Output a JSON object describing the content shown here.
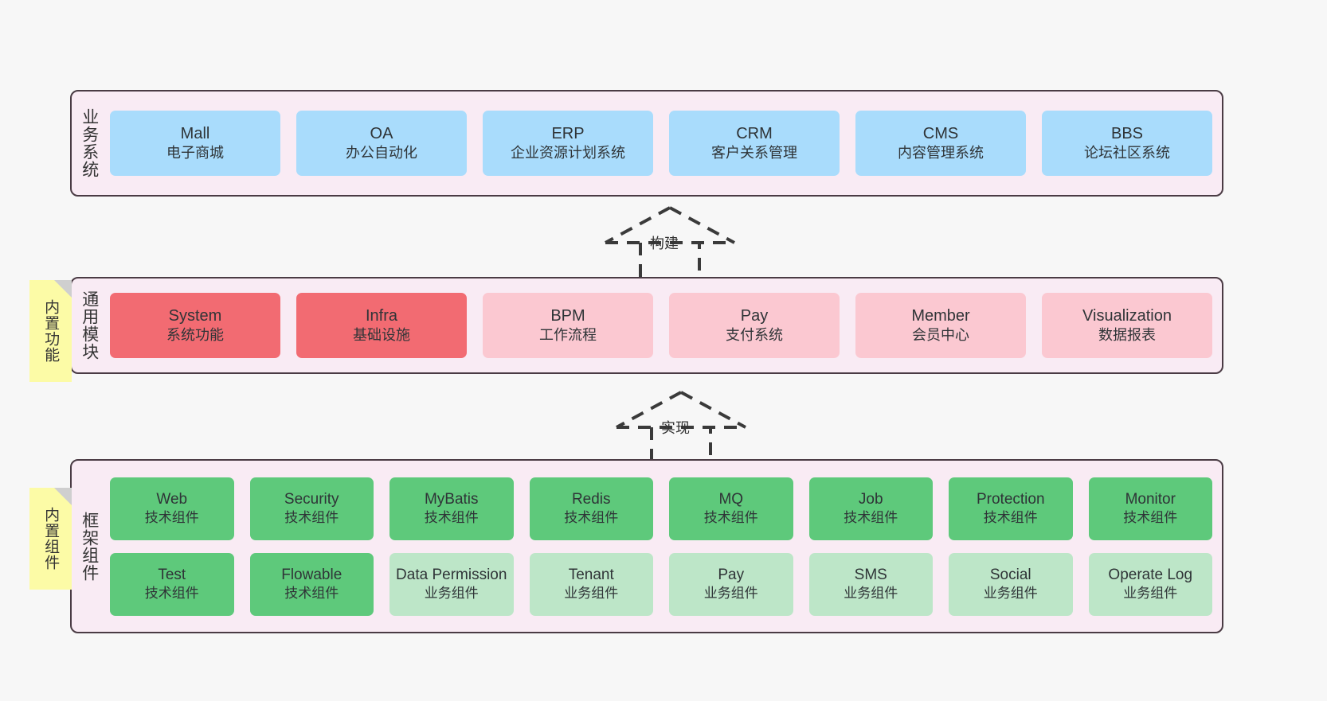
{
  "diagram": {
    "background_color": "#f7f7f7",
    "layers": [
      {
        "id": "business",
        "title": "业务系统",
        "rows": [
          {
            "cells": [
              {
                "en": "Mall",
                "cn": "电子商城",
                "style": "blue",
                "color": "#a9dcfc"
              },
              {
                "en": "OA",
                "cn": "办公自动化",
                "style": "blue",
                "color": "#a9dcfc"
              },
              {
                "en": "ERP",
                "cn": "企业资源计划系统",
                "style": "blue",
                "color": "#a9dcfc"
              },
              {
                "en": "CRM",
                "cn": "客户关系管理",
                "style": "blue",
                "color": "#a9dcfc"
              },
              {
                "en": "CMS",
                "cn": "内容管理系统",
                "style": "blue",
                "color": "#a9dcfc"
              },
              {
                "en": "BBS",
                "cn": "论坛社区系统",
                "style": "blue",
                "color": "#a9dcfc"
              }
            ]
          }
        ]
      },
      {
        "id": "common",
        "title": "通用模块",
        "rows": [
          {
            "cells": [
              {
                "en": "System",
                "cn": "系统功能",
                "style": "red",
                "color": "#f26b72"
              },
              {
                "en": "Infra",
                "cn": "基础设施",
                "style": "red",
                "color": "#f26b72"
              },
              {
                "en": "BPM",
                "cn": "工作流程",
                "style": "pink",
                "color": "#fbc8d1"
              },
              {
                "en": "Pay",
                "cn": "支付系统",
                "style": "pink",
                "color": "#fbc8d1"
              },
              {
                "en": "Member",
                "cn": "会员中心",
                "style": "pink",
                "color": "#fbc8d1"
              },
              {
                "en": "Visualization",
                "cn": "数据报表",
                "style": "pink",
                "color": "#fbc8d1"
              }
            ]
          }
        ]
      },
      {
        "id": "framework",
        "title": "框架组件",
        "rows": [
          {
            "cells": [
              {
                "en": "Web",
                "cn": "技术组件",
                "style": "green",
                "color": "#5ec97b"
              },
              {
                "en": "Security",
                "cn": "技术组件",
                "style": "green",
                "color": "#5ec97b"
              },
              {
                "en": "MyBatis",
                "cn": "技术组件",
                "style": "green",
                "color": "#5ec97b"
              },
              {
                "en": "Redis",
                "cn": "技术组件",
                "style": "green",
                "color": "#5ec97b"
              },
              {
                "en": "MQ",
                "cn": "技术组件",
                "style": "green",
                "color": "#5ec97b"
              },
              {
                "en": "Job",
                "cn": "技术组件",
                "style": "green",
                "color": "#5ec97b"
              },
              {
                "en": "Protection",
                "cn": "技术组件",
                "style": "green",
                "color": "#5ec97b"
              },
              {
                "en": "Monitor",
                "cn": "技术组件",
                "style": "green",
                "color": "#5ec97b"
              }
            ]
          },
          {
            "cells": [
              {
                "en": "Test",
                "cn": "技术组件",
                "style": "green",
                "color": "#5ec97b"
              },
              {
                "en": "Flowable",
                "cn": "技术组件",
                "style": "green",
                "color": "#5ec97b"
              },
              {
                "en": "Data Permission",
                "cn": "业务组件",
                "style": "lightgreen",
                "color": "#bde6c8"
              },
              {
                "en": "Tenant",
                "cn": "业务组件",
                "style": "lightgreen",
                "color": "#bde6c8"
              },
              {
                "en": "Pay",
                "cn": "业务组件",
                "style": "lightgreen",
                "color": "#bde6c8"
              },
              {
                "en": "SMS",
                "cn": "业务组件",
                "style": "lightgreen",
                "color": "#bde6c8"
              },
              {
                "en": "Social",
                "cn": "业务组件",
                "style": "lightgreen",
                "color": "#bde6c8"
              },
              {
                "en": "Operate Log",
                "cn": "业务组件",
                "style": "lightgreen",
                "color": "#bde6c8"
              }
            ]
          }
        ]
      }
    ],
    "connectors": [
      {
        "id": "build",
        "label": "构建",
        "icon": "dashed-generalization-arrow-up",
        "from": "通用模块",
        "to": "业务系统"
      },
      {
        "id": "impl",
        "label": "实现",
        "icon": "dashed-generalization-arrow-up",
        "from": "框架组件",
        "to": "通用模块"
      }
    ],
    "notes": [
      {
        "id": "builtin-func",
        "text": "内置功能",
        "color": "#fcfba6"
      },
      {
        "id": "builtin-comp",
        "text": "内置组件",
        "color": "#fcfba6"
      }
    ]
  }
}
